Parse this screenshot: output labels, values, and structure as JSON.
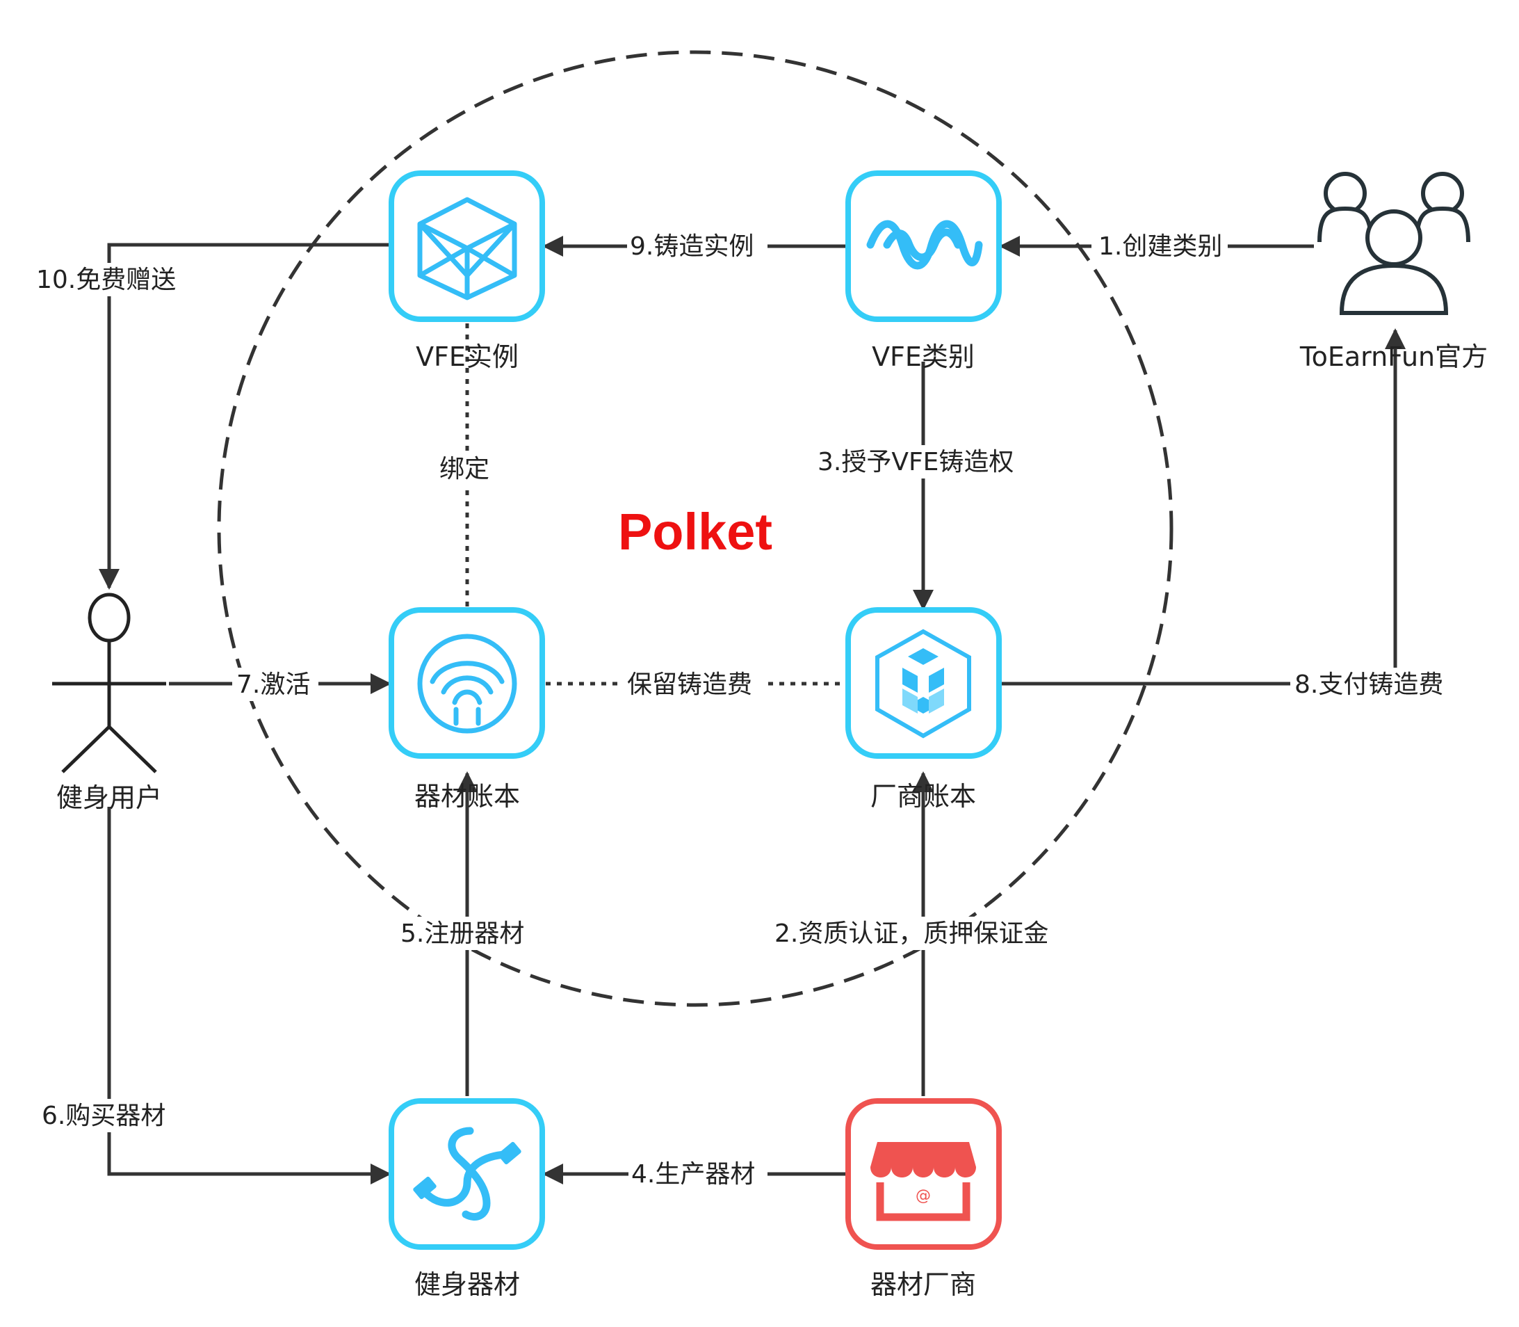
{
  "title": {
    "text": "Polket",
    "color": "#ee1111"
  },
  "colors": {
    "node_border": "#34cdf7",
    "node_icon": "#34bdf7",
    "store": "#ef5350",
    "line": "#333333"
  },
  "nodes": {
    "vfe_instance": {
      "label": "VFE实例",
      "icon": "cube-icon"
    },
    "vfe_category": {
      "label": "VFE类别",
      "icon": "wave-icon"
    },
    "official": {
      "label": "ToEarnFun官方",
      "icon": "user-group-icon"
    },
    "equip_ledger": {
      "label": "器材账本",
      "icon": "wifi-headphone-icon"
    },
    "vendor_ledger": {
      "label": "厂商账本",
      "icon": "blocks-icon"
    },
    "fitness_user": {
      "label": "健身用户",
      "icon": "stick-figure-icon"
    },
    "fitness_equipment": {
      "label": "健身器材",
      "icon": "cable-icon"
    },
    "equip_vendor": {
      "label": "器材厂商",
      "icon": "store-icon"
    }
  },
  "edges": {
    "e1": "1.创建类别",
    "e2": "2.资质认证，质押保证金",
    "e3": "3.授予VFE铸造权",
    "e4": "4.生产器材",
    "e5": "5.注册器材",
    "e6": "6.购买器材",
    "e7": "7.激活",
    "e8": "8.支付铸造费",
    "e9": "9.铸造实例",
    "e10": "10.免费赠送",
    "bind": "绑定",
    "reserve": "保留铸造费"
  }
}
